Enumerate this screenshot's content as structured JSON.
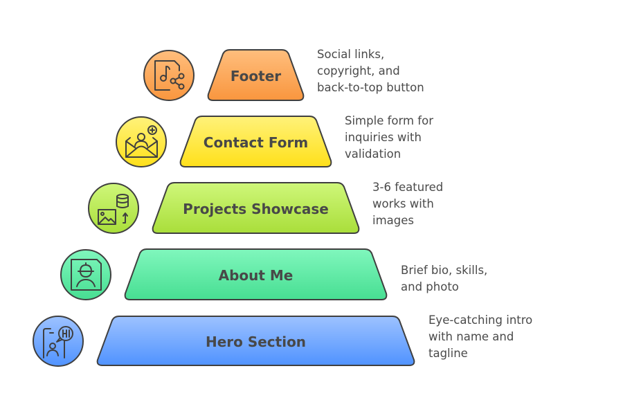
{
  "diagram": {
    "title": "Portfolio website structure pyramid",
    "levels": [
      {
        "id": "footer",
        "label": "Footer",
        "icon": "music-file-share-icon",
        "description": [
          "Social links,",
          "copyright, and",
          "back-to-top button"
        ],
        "colors": {
          "top": "#FFBE7D",
          "bottom": "#F9963E"
        }
      },
      {
        "id": "contact-form",
        "label": "Contact Form",
        "icon": "mail-add-user-icon",
        "description": [
          "Simple form for",
          "inquiries with",
          "validation"
        ],
        "colors": {
          "top": "#FFF27A",
          "bottom": "#FFE01A"
        }
      },
      {
        "id": "projects-showcase",
        "label": "Projects Showcase",
        "icon": "image-database-upload-icon",
        "description": [
          "3-6 featured",
          "works with",
          "images"
        ],
        "colors": {
          "top": "#CFF77A",
          "bottom": "#A9DE3A"
        }
      },
      {
        "id": "about-me",
        "label": "About Me",
        "icon": "profile-worker-icon",
        "description": [
          "Brief bio, skills,",
          "and photo"
        ],
        "colors": {
          "top": "#80F7BD",
          "bottom": "#47DE92"
        }
      },
      {
        "id": "hero-section",
        "label": "Hero Section",
        "icon": "phone-chat-hi-icon",
        "description": [
          "Eye-catching intro",
          "with name and",
          "tagline"
        ],
        "colors": {
          "top": "#9DC2FF",
          "bottom": "#5093FF"
        }
      }
    ]
  }
}
